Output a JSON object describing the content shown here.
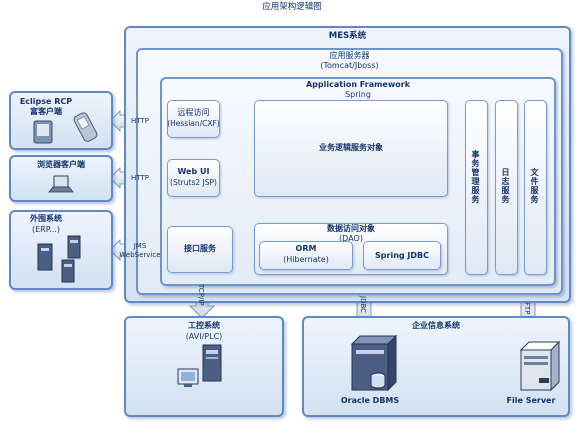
{
  "title": "应用架构逻辑图",
  "mes": {
    "title": "MES系统",
    "app_server": {
      "title": "应用服务器",
      "subtitle": "(Tomcat/Jboss)"
    },
    "framework": {
      "title": "Application Framework",
      "subtitle": "Spring"
    },
    "remote_access": {
      "title": "远程访问",
      "subtitle": "(Hessian/CXF)"
    },
    "web_ui": {
      "title": "Web UI",
      "subtitle": "(Struts2 JSP)"
    },
    "interface_service": {
      "title": "接口服务"
    },
    "business_logic": {
      "title": "业务逻辑服务对象"
    },
    "dao": {
      "title": "数据访问对象",
      "subtitle": "(DAO)"
    },
    "orm": {
      "title": "ORM",
      "subtitle": "(Hibernate)"
    },
    "spring_jdbc": {
      "title": "Spring JDBC"
    },
    "transaction": {
      "title": "事务管理服务"
    },
    "log": {
      "title": "日志服务"
    },
    "file": {
      "title": "文件服务"
    }
  },
  "clients": {
    "eclipse": {
      "title": "Eclipse RCP",
      "subtitle": "富客户端"
    },
    "browser": {
      "title": "浏览器客户端"
    },
    "external": {
      "title": "外围系统",
      "subtitle": "(ERP...)"
    }
  },
  "connectors": {
    "http_1": "HTTP",
    "http_2": "HTTP",
    "jms_1": "JMS",
    "jms_2": "WebService",
    "tcpip": "TCP/IP",
    "jdbc": "JDBC",
    "ftp": "FTP"
  },
  "industrial": {
    "title": "工控系统",
    "subtitle": "(AVI/PLC)"
  },
  "enterprise": {
    "title": "企业信息系统",
    "oracle": "Oracle DBMS",
    "file_server": "File Server"
  }
}
